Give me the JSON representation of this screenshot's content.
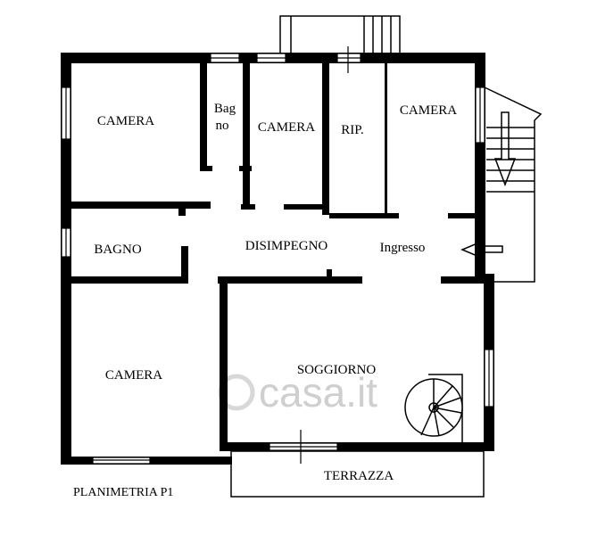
{
  "rooms": {
    "camera_top_left": "CAMERA",
    "bagno_small_line1": "Bag",
    "bagno_small_line2": "no",
    "camera_top_middle": "CAMERA",
    "ripostiglio": "RIP.",
    "camera_top_right": "CAMERA",
    "bagno": "BAGNO",
    "disimpegno": "DISIMPEGNO",
    "ingresso": "Ingresso",
    "camera_bottom_left": "CAMERA",
    "soggiorno": "SOGGIORNO",
    "terrazza": "TERRAZZA"
  },
  "caption": "PLANIMETRIA P1",
  "watermark": "casa.it",
  "colors": {
    "wall": "#000000",
    "background": "#ffffff",
    "watermark": "#cfcfcf"
  }
}
